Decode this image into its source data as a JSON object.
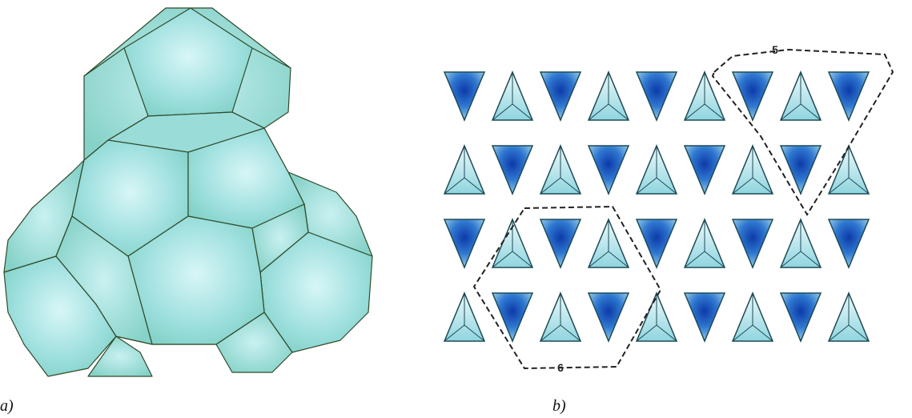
{
  "panels": {
    "a": {
      "label": "a)"
    },
    "b": {
      "label": "b)"
    }
  },
  "regions": {
    "five": {
      "label": "5"
    },
    "six": {
      "label": "6"
    }
  },
  "colors": {
    "polyhedron_fill": "#8fd6d6",
    "polyhedron_edge": "#2f4a2a",
    "dark_triangle": "#1f5fc0",
    "light_triangle": "#bfeaf0",
    "triangle_edge": "#1d4a55"
  },
  "grid": {
    "rows": 4,
    "columns": 9
  }
}
